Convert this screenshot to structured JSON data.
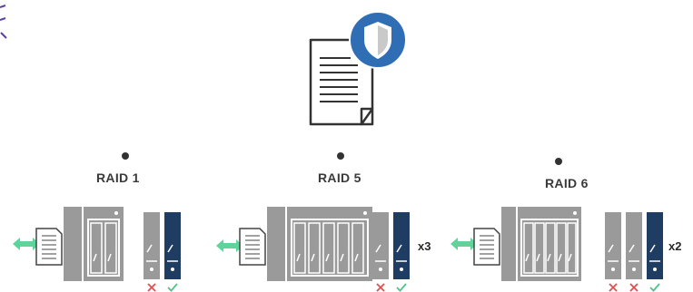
{
  "colors": {
    "accent_blue": "#2f6db5",
    "navy_drive": "#1f3c62",
    "gray": "#9a9a9a",
    "arrow_green": "#5fd49a",
    "fail_red": "#e05050",
    "ok_green": "#4fc48a",
    "text": "#3a3a3a"
  },
  "icons": {
    "top": [
      "document-icon",
      "shield-icon"
    ],
    "per_group": [
      "sync-arrow-icon",
      "mini-document-icon",
      "nas-icon",
      "drive-icon",
      "x-mark-icon",
      "check-mark-icon"
    ]
  },
  "raid_groups": [
    {
      "label": "RAID 1",
      "nas_bays": 2,
      "failed_drives": 1,
      "healthy_drives": 1,
      "multiplier": ""
    },
    {
      "label": "RAID 5",
      "nas_bays": 5,
      "failed_drives": 1,
      "healthy_drives": 1,
      "multiplier": "x3"
    },
    {
      "label": "RAID 6",
      "nas_bays": 5,
      "failed_drives": 2,
      "healthy_drives": 1,
      "multiplier": "x2"
    }
  ]
}
